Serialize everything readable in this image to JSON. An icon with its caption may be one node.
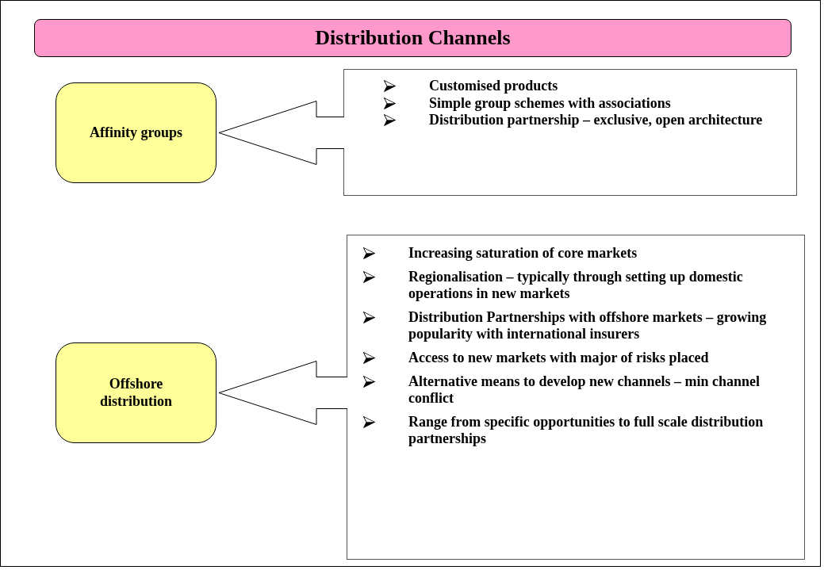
{
  "diagram": {
    "title": "Distribution Channels",
    "nodes": [
      {
        "text": [
          "Affinity groups"
        ]
      },
      {
        "text": [
          "Customised products",
          "Simple group schemes with associations",
          "Distribution partnership – exclusive, open architecture"
        ]
      },
      {
        "text": [
          "Offshore distribution"
        ]
      },
      {
        "text": [
          "Increasing saturation of core markets",
          "Regionalisation – typically through setting up domestic operations in new markets",
          "Distribution Partnerships with offshore markets – growing popularity with international insurers",
          "Access to new markets with major of risks placed",
          "Alternative means to develop new channels – min channel conflict",
          "Range from specific opportunities to full scale distribution partnerships"
        ]
      }
    ],
    "edges": [
      {
        "from": 1,
        "to": 0,
        "arrow": "to"
      },
      {
        "from": 3,
        "to": 2,
        "arrow": "to"
      }
    ]
  }
}
